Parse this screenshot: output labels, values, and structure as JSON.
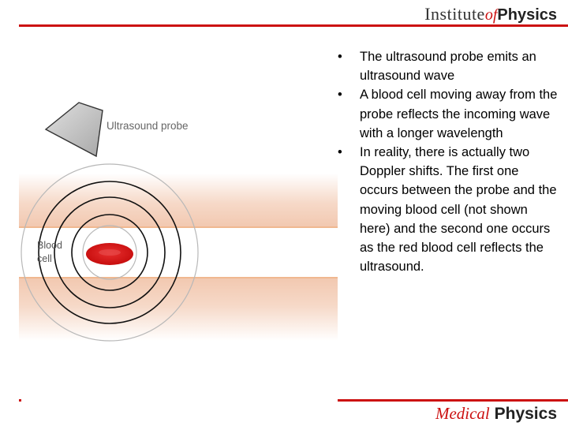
{
  "header": {
    "logo_institute": "Institute",
    "logo_of": "of",
    "logo_physics": "Physics"
  },
  "footer": {
    "logo_medical": "Medical",
    "logo_physics": "Physics"
  },
  "diagram": {
    "probe_label": "Ultrasound probe",
    "blood_label_line1": "Blood",
    "blood_label_line2": "cell"
  },
  "bullets": [
    "The ultrasound probe emits an ultrasound wave",
    "A blood cell moving away from the probe reflects the incoming wave with a longer wavelength",
    "In reality, there is actually two Doppler shifts. The first one occurs between the probe and the moving blood cell (not shown here) and the second one occurs as the red blood cell reflects the ultrasound."
  ],
  "bullet_symbol": "•",
  "colors": {
    "accent_red": "#cc1111",
    "vessel_peach": "#f6d9c8",
    "blood_cell_red": "#d10f0f",
    "probe_gray": "#c8c8c8"
  }
}
